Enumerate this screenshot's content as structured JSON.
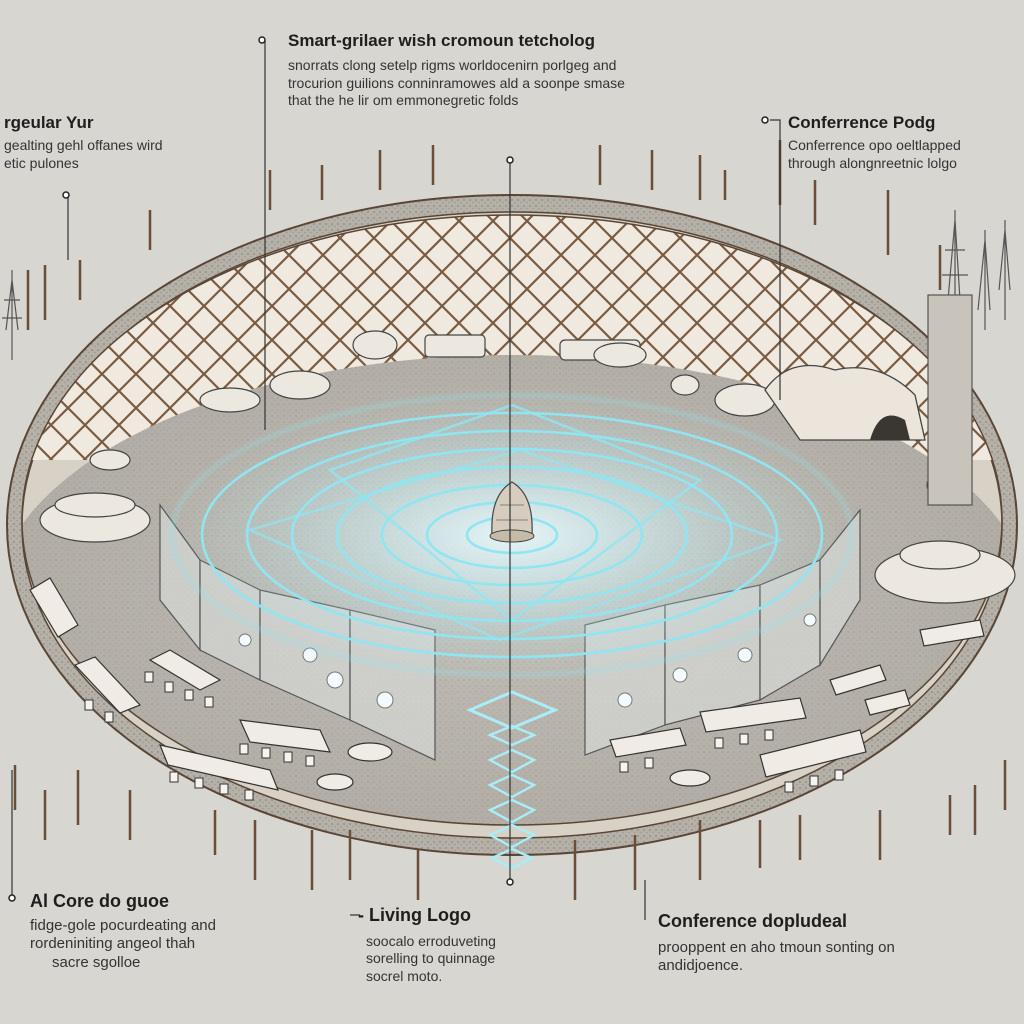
{
  "callouts": {
    "smart_glass": {
      "title": "Smart-grilaer wish cromoun tetcholog",
      "lines": [
        "snorrats clong setelp rigms worldocenirn porlgeg and",
        "trocurion guilions conninramowes ald a soonpe smase",
        "that the he lir om emmonegretic folds"
      ]
    },
    "regular_yurt": {
      "title": "rgeular Yur",
      "lines": [
        "gealting gehl offanes wird",
        "etic pulones"
      ]
    },
    "conference_pods": {
      "title": "Conferrence Podg",
      "lines": [
        "Conferrence opo oeltlapped",
        "through alongnreetnic lolgo"
      ]
    },
    "ai_core": {
      "title": "Al Core do guoe",
      "lines": [
        "fidge-gole pocurdeating and",
        "rordeniniting angeol thah",
        "sacre sgolloe"
      ]
    },
    "living_logo": {
      "title": "- Living Logo",
      "lines": [
        "soocalo erroduveting",
        "sorelling to quinnage",
        "socrel moto."
      ]
    },
    "conference_display": {
      "title": "Conference dopludeal",
      "lines": [
        "prooppent en aho tmoun sonting on",
        "andidjoence."
      ]
    }
  },
  "colors": {
    "background": "#d8d6d1",
    "lattice": "#7a5a40",
    "wall": "#efe9df",
    "floor": "#b9b5ae",
    "hologram": "#8fe6f2"
  },
  "icons": [
    "ai-core-dome-icon",
    "hologram-rings-icon",
    "living-logo-icon",
    "tree-icon"
  ]
}
